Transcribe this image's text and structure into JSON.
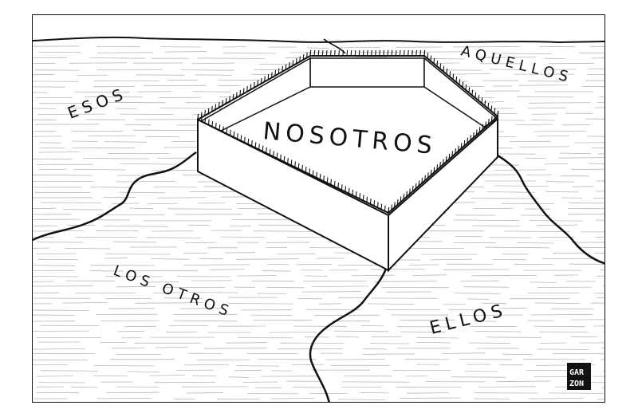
{
  "labels": {
    "esos": "ESOS",
    "aquellos": "AQUELLOS",
    "nosotros": "NOSOTROS",
    "los_otros": "LOS OTROS",
    "ellos": "ELLOS"
  },
  "signature": {
    "line1": "GAR",
    "line2": "ZON"
  }
}
